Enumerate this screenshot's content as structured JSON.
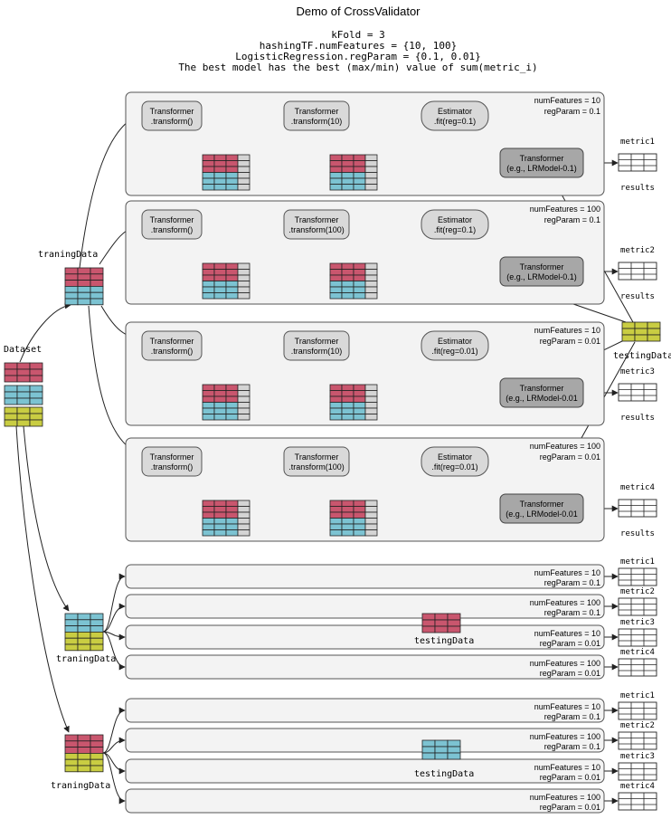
{
  "header": {
    "title": "Demo of CrossValidator",
    "lines": [
      "kFold = 3",
      "hashingTF.numFeatures = {10, 100}",
      "LogisticRegression.regParam = {0.1, 0.01}",
      "The best model has the best (max/min) value of sum(metric_i)"
    ]
  },
  "labels": {
    "dataset": "Dataset",
    "training": "traningData",
    "testing": "testingData",
    "results": "results"
  },
  "fold1_panels": [
    {
      "nf": "numFeatures = 10",
      "rp": "regParam = 0.1",
      "t1a": "Transformer",
      "t1b": ".transform()",
      "t2a": "Transformer",
      "t2b": ".transform(10)",
      "esa": "Estimator",
      "esb": ".fit(reg=0.1)",
      "ma": "Transformer",
      "mb": "(e.g., LRModel-0.1)",
      "metric": "metric1"
    },
    {
      "nf": "numFeatures = 100",
      "rp": "regParam = 0.1",
      "t1a": "Transformer",
      "t1b": ".transform()",
      "t2a": "Transformer",
      "t2b": ".transform(100)",
      "esa": "Estimator",
      "esb": ".fit(reg=0.1)",
      "ma": "Transformer",
      "mb": "(e.g., LRModel-0.1)",
      "metric": "metric2"
    },
    {
      "nf": "numFeatures = 10",
      "rp": "regParam = 0.01",
      "t1a": "Transformer",
      "t1b": ".transform()",
      "t2a": "Transformer",
      "t2b": ".transform(10)",
      "esa": "Estimator",
      "esb": ".fit(reg=0.01)",
      "ma": "Transformer",
      "mb": "(e.g., LRModel-0.01",
      "metric": "metric3"
    },
    {
      "nf": "numFeatures = 100",
      "rp": "regParam = 0.01",
      "t1a": "Transformer",
      "t1b": ".transform()",
      "t2a": "Transformer",
      "t2b": ".transform(100)",
      "esa": "Estimator",
      "esb": ".fit(reg=0.01)",
      "ma": "Transformer",
      "mb": "(e.g., LRModel-0.01",
      "metric": "metric4"
    }
  ],
  "fold2_panels": [
    {
      "nf": "numFeatures = 10",
      "rp": "regParam = 0.1",
      "metric": "metric1"
    },
    {
      "nf": "numFeatures = 100",
      "rp": "regParam = 0.1",
      "metric": "metric2"
    },
    {
      "nf": "numFeatures = 10",
      "rp": "regParam = 0.01",
      "metric": "metric3"
    },
    {
      "nf": "numFeatures = 100",
      "rp": "regParam = 0.01",
      "metric": "metric4"
    }
  ],
  "fold3_panels": [
    {
      "nf": "numFeatures = 10",
      "rp": "regParam = 0.1",
      "metric": "metric1"
    },
    {
      "nf": "numFeatures = 100",
      "rp": "regParam = 0.1",
      "metric": "metric2"
    },
    {
      "nf": "numFeatures = 10",
      "rp": "regParam = 0.01",
      "metric": "metric3"
    },
    {
      "nf": "numFeatures = 100",
      "rp": "regParam = 0.01",
      "metric": "metric4"
    }
  ],
  "colors": {
    "red": "#c9566e",
    "blue": "#7cc3d2",
    "yellow": "#c9cd42",
    "gray": "#d4d4d4",
    "panel": "#f3f3f3",
    "node": "#d9d9d9",
    "node_dark": "#a7a7a7"
  }
}
